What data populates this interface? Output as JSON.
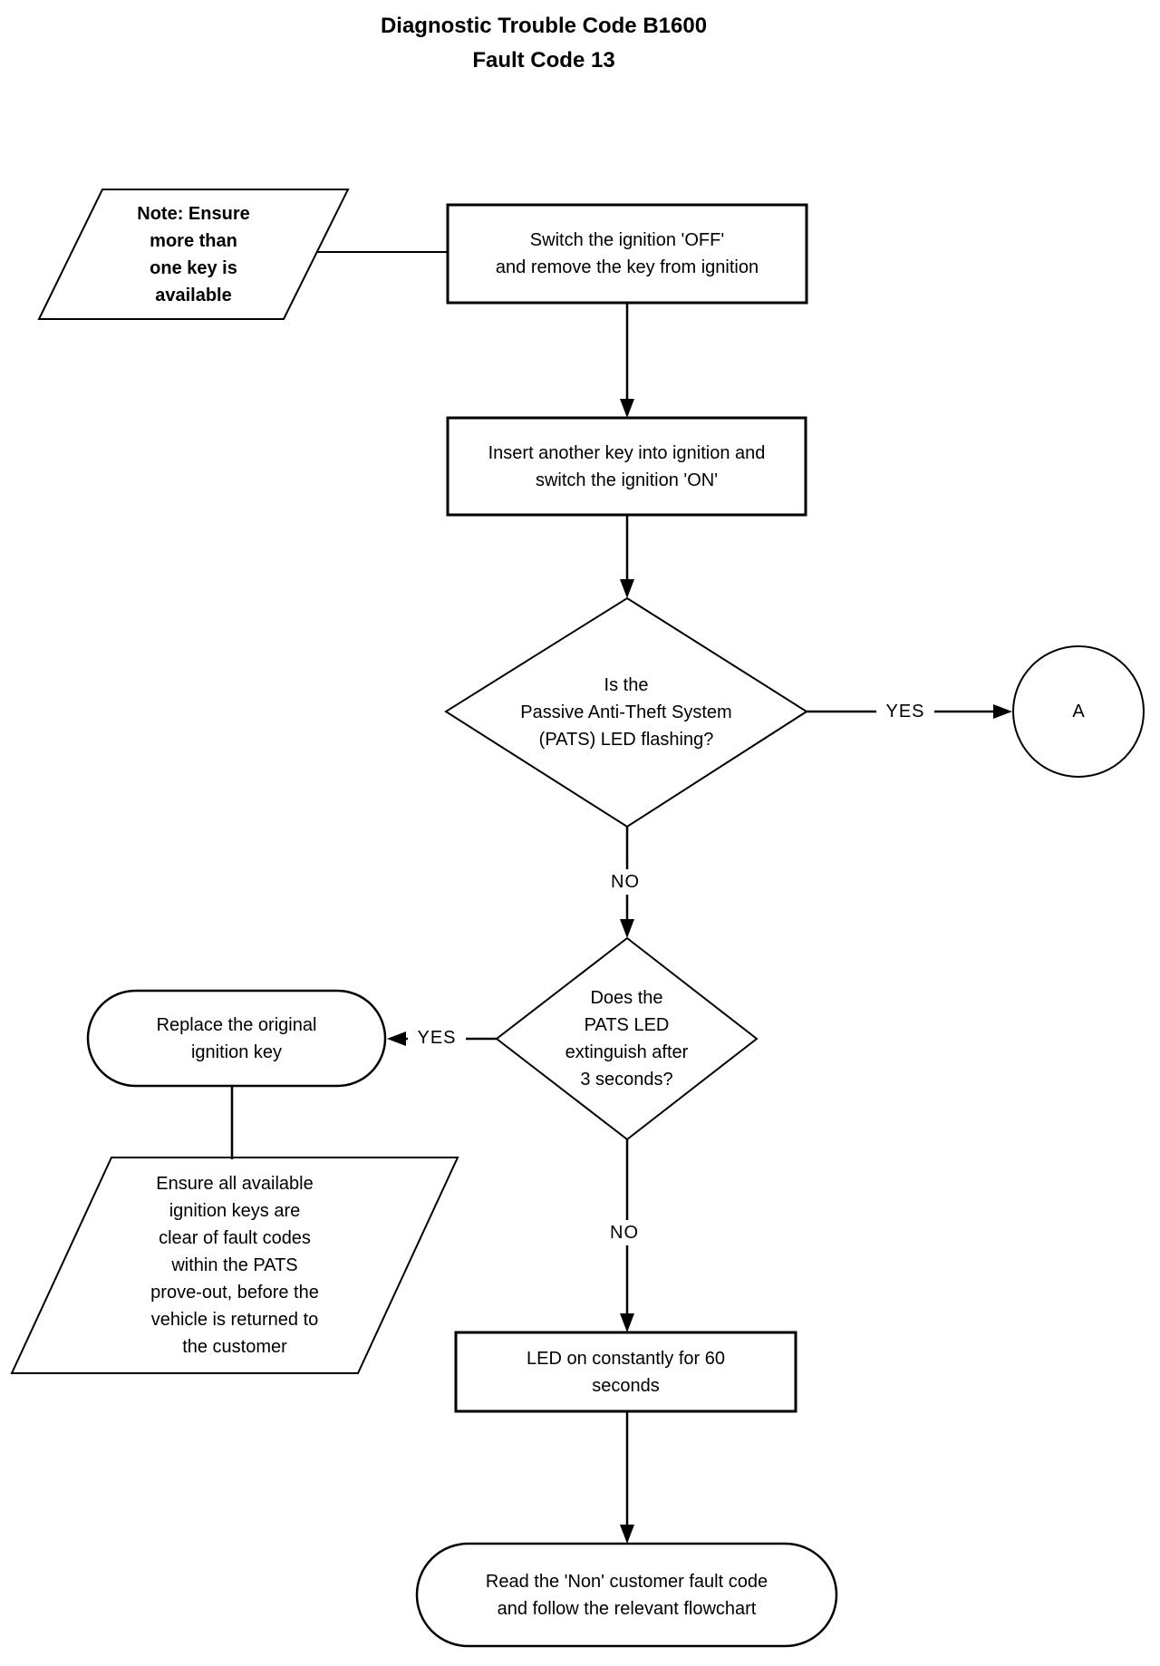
{
  "page": {
    "background": "#ffffff",
    "line_color": "#000000",
    "text_color": "#000000"
  },
  "title": "Diagnostic Trouble Code B1600\nFault Code 13",
  "nodes": {
    "note": {
      "type": "annotation-parallelogram",
      "text": "Note: Ensure\nmore than\none key is\navailable"
    },
    "switch_ignition_off": {
      "type": "process-rectangle",
      "text": "Switch the ignition 'OFF'\nand remove the key from ignition"
    },
    "insert_another_key": {
      "type": "process-rectangle",
      "text": "Insert another key into ignition and\nswitch the ignition 'ON'"
    },
    "pats_led_flashing": {
      "type": "decision-diamond",
      "text": "Is the\nPassive Anti-Theft System\n(PATS) LED flashing?"
    },
    "connector_a": {
      "type": "off-page-connector-circle",
      "text": "A"
    },
    "led_extinguish": {
      "type": "decision-diamond",
      "text": "Does the\nPATS LED\nextinguish after\n3 seconds?"
    },
    "replace_original_key": {
      "type": "terminator-stadium",
      "text": "Replace the original\nignition key"
    },
    "ensure_keys_clear": {
      "type": "annotation-parallelogram",
      "text": "Ensure all available\nignition keys are\nclear of fault codes\nwithin the PATS\nprove-out, before the\nvehicle is returned to\nthe customer"
    },
    "led_on_constantly": {
      "type": "process-rectangle",
      "text": "LED on constantly for 60\nseconds"
    },
    "read_fault_code": {
      "type": "terminator-stadium",
      "text": "Read the 'Non' customer fault code\nand follow the relevant flowchart"
    }
  },
  "labels": {
    "yes_to_connector_a": "YES",
    "no_to_extinguish": "NO",
    "yes_to_replace_key": "YES",
    "no_to_led_constant": "NO"
  }
}
